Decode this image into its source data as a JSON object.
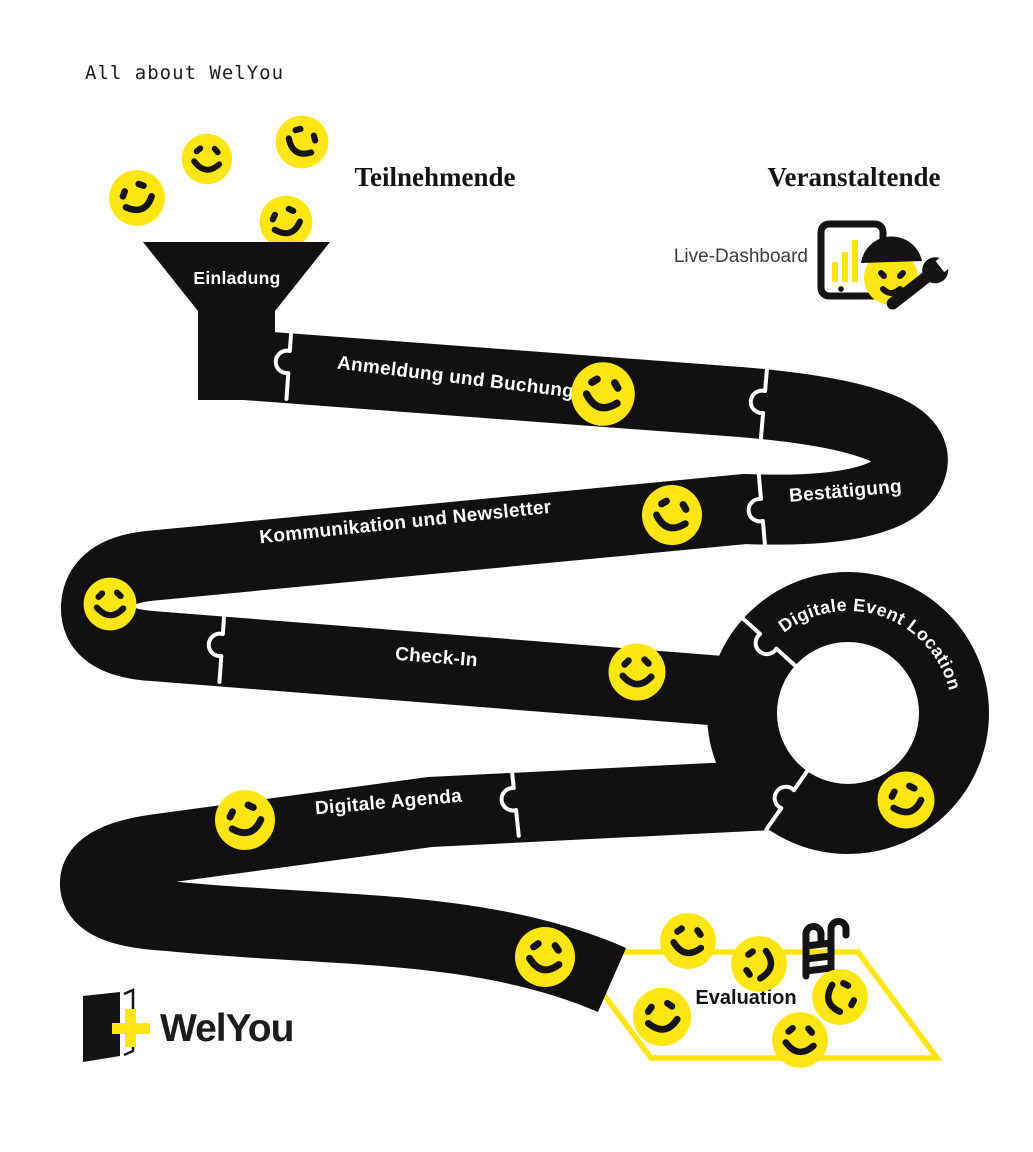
{
  "title": "All about WelYou",
  "headers": {
    "participants": "Teilnehmende",
    "organizers": "Veranstaltende"
  },
  "dashboard": {
    "label": "Live-Dashboard"
  },
  "journey": {
    "stages": [
      {
        "id": "einladung",
        "label": "Einladung"
      },
      {
        "id": "anmeldung",
        "label": "Anmeldung und Buchung"
      },
      {
        "id": "bestaetigung",
        "label": "Bestätigung"
      },
      {
        "id": "kommunikation",
        "label": "Kommunikation und Newsletter"
      },
      {
        "id": "checkin",
        "label": "Check-In"
      },
      {
        "id": "event_location",
        "label": "Digitale Event Location"
      },
      {
        "id": "agenda",
        "label": "Digitale Agenda"
      },
      {
        "id": "evaluation",
        "label": "Evaluation"
      }
    ]
  },
  "logo": {
    "name": "WelYou"
  },
  "colors": {
    "yellow": "#FFE512",
    "black": "#121010",
    "label_gray": "#3C3C3B"
  }
}
